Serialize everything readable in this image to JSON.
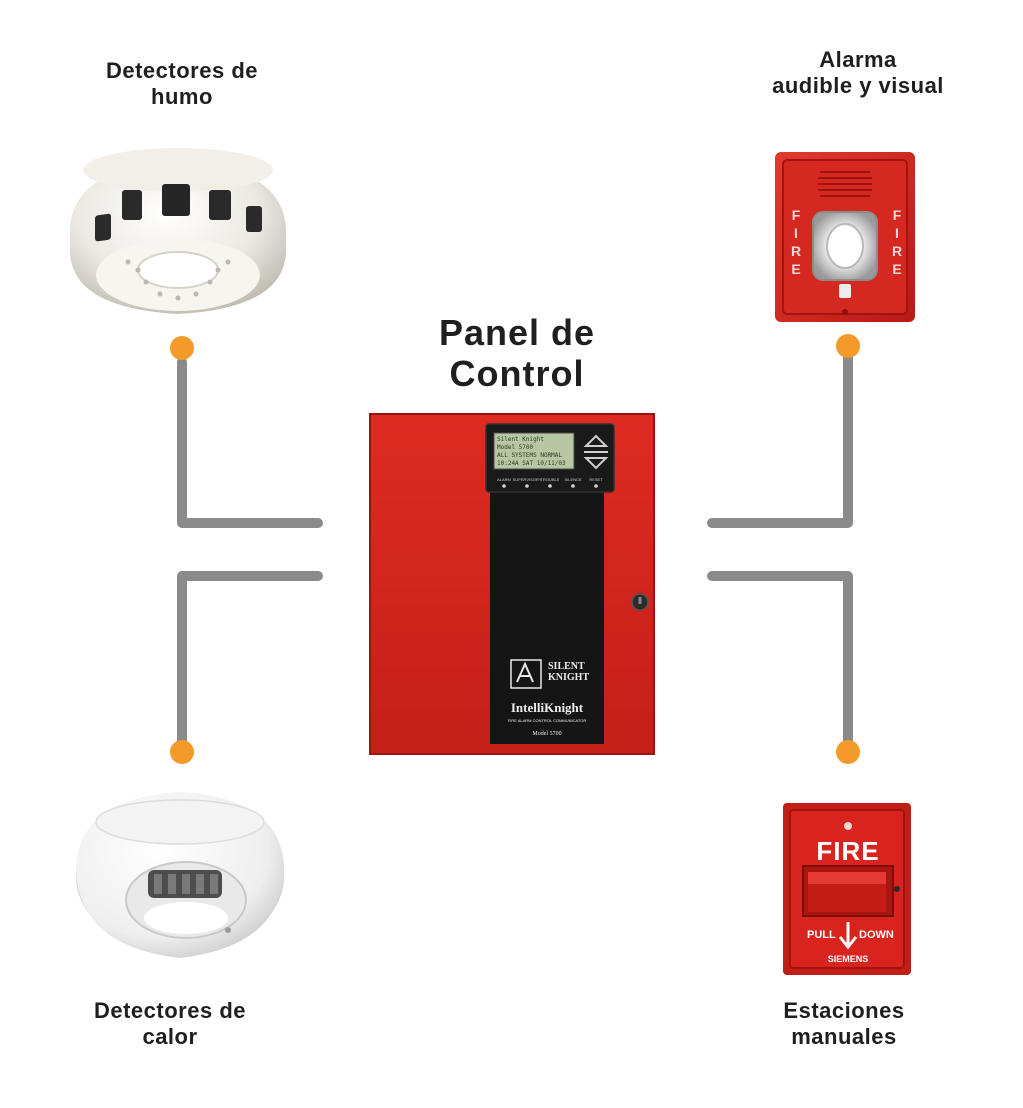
{
  "labels": {
    "smoke_detectors": [
      "Detectores de",
      "humo"
    ],
    "alarm": [
      "Alarma",
      "audible y visual"
    ],
    "control_panel": [
      "Panel de",
      "Control"
    ],
    "heat_detectors": [
      "Detectores de",
      "calor"
    ],
    "manual_stations": [
      "Estaciones",
      "manuales"
    ]
  },
  "strobe": {
    "side_text": "FIRE"
  },
  "panel_device": {
    "lcd_lines": [
      "Silent Knight",
      "Model 5700",
      "ALL SYSTEMS NORMAL",
      "10:24A  SAT 10/11/03"
    ],
    "key_labels": [
      "ALARM",
      "SUPERVISORY",
      "TROUBLE",
      "SILENCE",
      "RESET"
    ],
    "brand": [
      "SILENT",
      "KNIGHT"
    ],
    "product": "IntelliKnight",
    "tagline": "FIRE ALARM CONTROL COMMUNICATOR",
    "model": "Model 5700"
  },
  "pull_station": {
    "title": "FIRE",
    "pull": "PULL",
    "down": "DOWN",
    "maker": "SIEMENS"
  },
  "colors": {
    "accent_red": "#d8231e",
    "connector_orange": "#f39a2a",
    "wire_gray": "#8a8a8a"
  }
}
